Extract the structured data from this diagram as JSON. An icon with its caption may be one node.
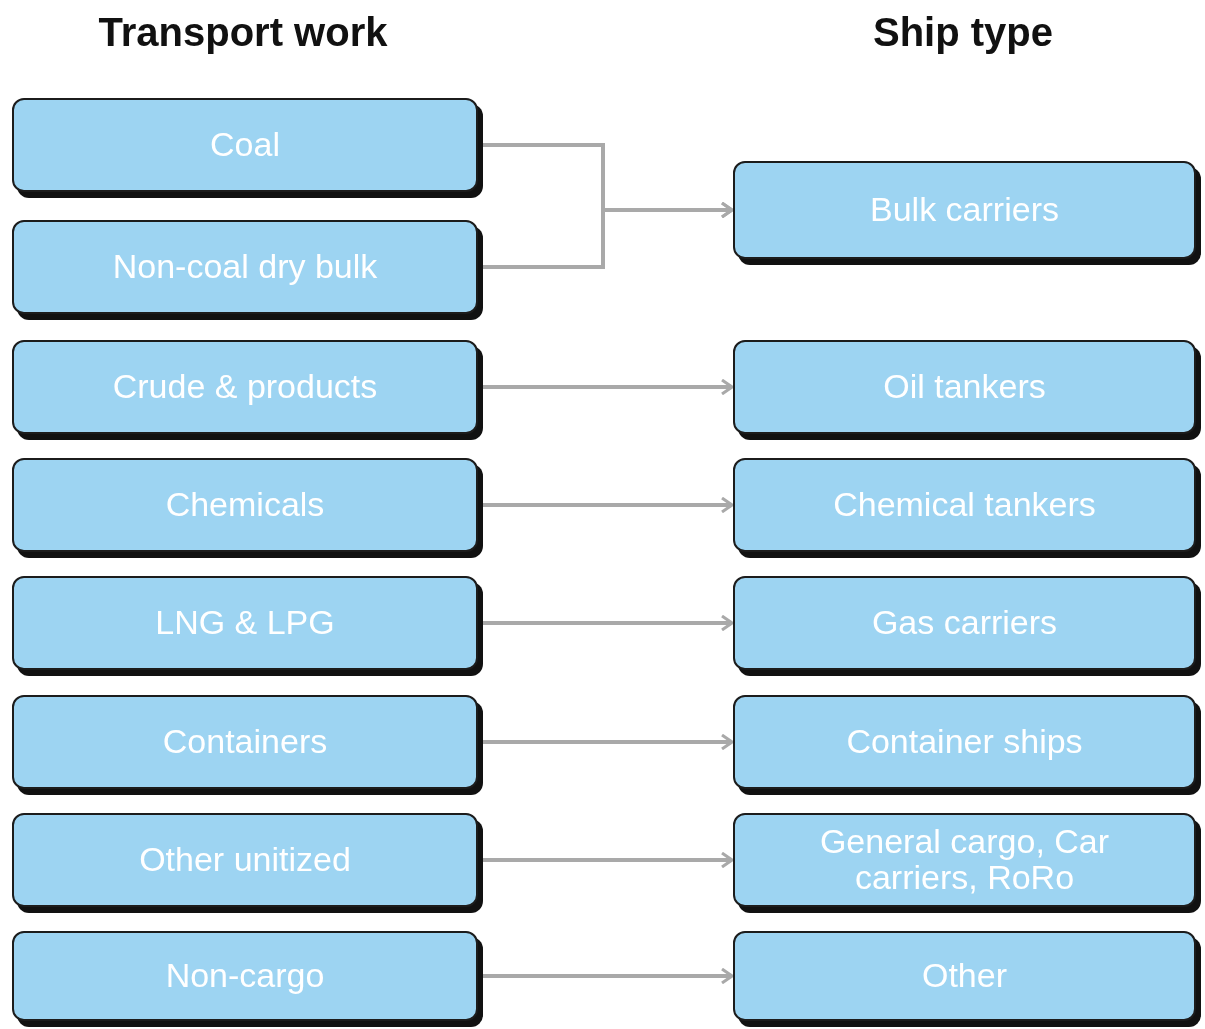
{
  "diagram": {
    "nodes": [
      {
        "text": [
          "Coal"
        ]
      },
      {
        "text": [
          "Non-coal dry bulk"
        ]
      },
      {
        "text": [
          "Crude & products"
        ]
      },
      {
        "text": [
          "Chemicals"
        ]
      },
      {
        "text": [
          "LNG & LPG"
        ]
      },
      {
        "text": [
          "Containers"
        ]
      },
      {
        "text": [
          "Other unitized"
        ]
      },
      {
        "text": [
          "Non-cargo"
        ]
      },
      {
        "text": [
          "Bulk carriers"
        ]
      },
      {
        "text": [
          "Oil tankers"
        ]
      },
      {
        "text": [
          "Chemical tankers"
        ]
      },
      {
        "text": [
          "Gas carriers"
        ]
      },
      {
        "text": [
          "Container ships"
        ]
      },
      {
        "text": [
          "General cargo, Car carriers, RoRo"
        ]
      },
      {
        "text": [
          "Other"
        ]
      }
    ],
    "edges": [
      {
        "from": 0,
        "to": 8,
        "arrow": "to"
      },
      {
        "from": 1,
        "to": 8,
        "arrow": "to"
      },
      {
        "from": 2,
        "to": 9,
        "arrow": "to"
      },
      {
        "from": 3,
        "to": 10,
        "arrow": "to"
      },
      {
        "from": 4,
        "to": 11,
        "arrow": "to"
      },
      {
        "from": 5,
        "to": 12,
        "arrow": "to"
      },
      {
        "from": 6,
        "to": 13,
        "arrow": "to"
      },
      {
        "from": 7,
        "to": 14,
        "arrow": "to"
      }
    ],
    "labels": [
      "Transport work",
      "Ship type"
    ]
  }
}
